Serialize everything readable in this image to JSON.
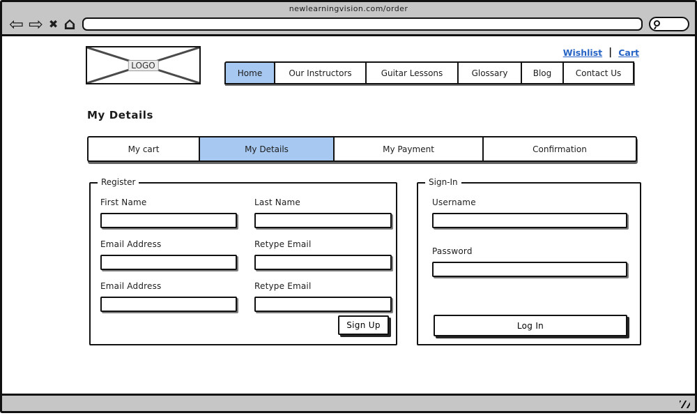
{
  "colors": {
    "chrome_gray": "#c6c6c6",
    "accent_blue": "#a7c9f1",
    "link_blue": "#2563c4",
    "border_dark": "#111111"
  },
  "browser": {
    "page_title": "newlearningvision.com/order",
    "address_value": "",
    "search_value": "",
    "icons": {
      "back": "⇦",
      "forward": "⇨",
      "stop": "✖",
      "home": "⌂"
    }
  },
  "header": {
    "logo_text": "LOGO",
    "wishlist_label": "Wishlist",
    "link_separator": "|",
    "cart_label": "Cart",
    "nav_tabs": [
      {
        "label": "Home",
        "active": true
      },
      {
        "label": "Our Instructors",
        "active": false
      },
      {
        "label": "Guitar Lessons",
        "active": false
      },
      {
        "label": "Glossary",
        "active": false
      },
      {
        "label": "Blog",
        "active": false
      },
      {
        "label": "Contact Us",
        "active": false
      }
    ]
  },
  "main": {
    "page_title": "My Details",
    "step_tabs": [
      {
        "label": "My cart",
        "active": false
      },
      {
        "label": "My Details",
        "active": true
      },
      {
        "label": "My Payment",
        "active": false
      },
      {
        "label": "Confirmation",
        "active": false
      }
    ]
  },
  "register": {
    "legend": "Register",
    "fields": [
      {
        "label": "First Name",
        "value": ""
      },
      {
        "label": "Last Name",
        "value": ""
      },
      {
        "label": "Email Address",
        "value": ""
      },
      {
        "label": "Retype Email",
        "value": ""
      },
      {
        "label": "Email Address",
        "value": ""
      },
      {
        "label": "Retype Email",
        "value": ""
      }
    ],
    "submit_label": "Sign Up"
  },
  "signin": {
    "legend": "Sign-In",
    "fields": [
      {
        "label": "Username",
        "value": ""
      },
      {
        "label": "Password",
        "value": ""
      }
    ],
    "submit_label": "Log In"
  }
}
